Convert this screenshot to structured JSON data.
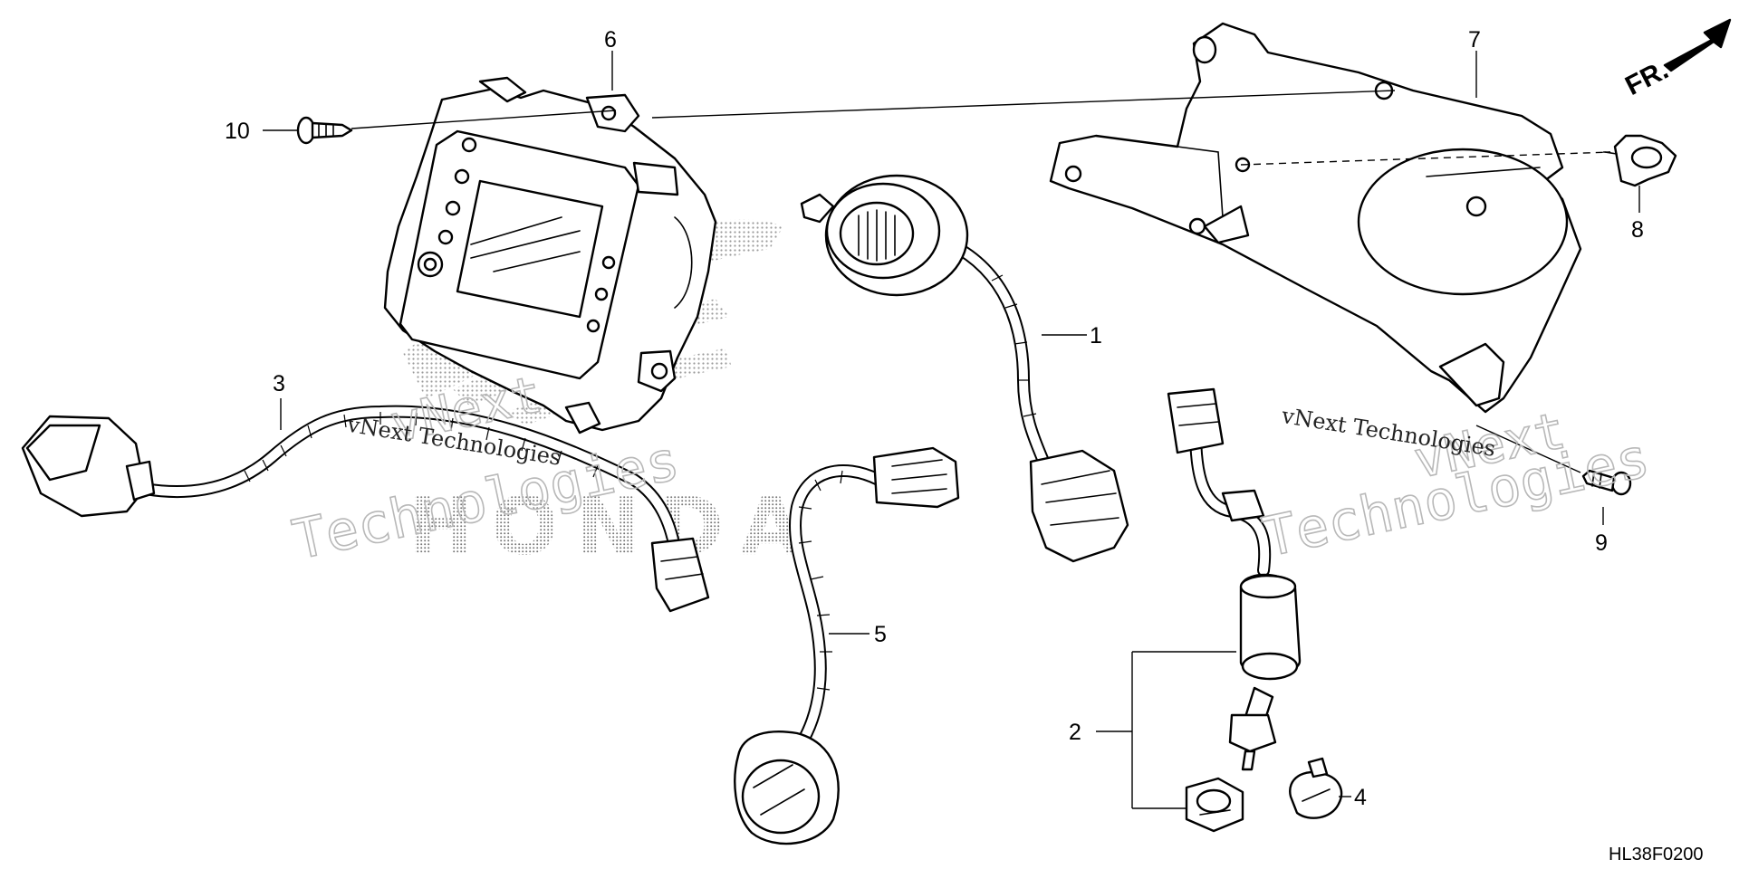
{
  "diagram": {
    "code": "HL38F0200",
    "direction_label": "FR.",
    "callouts": [
      "1",
      "2",
      "3",
      "4",
      "5",
      "6",
      "7",
      "8",
      "9",
      "10"
    ],
    "watermark": {
      "line1": "vNext Technologies",
      "line2": "vNext",
      "line3": "Technologies",
      "logo_text": "HONDA"
    }
  }
}
